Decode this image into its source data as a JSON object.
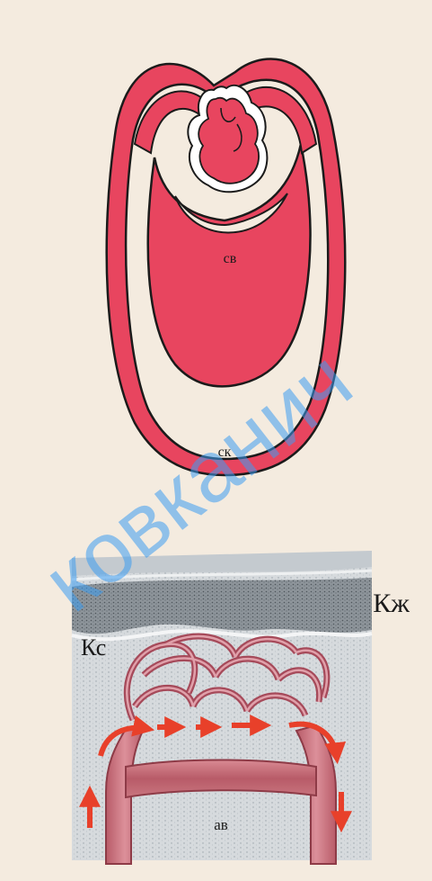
{
  "top_diagram": {
    "labels": {
      "upper_sac": "св",
      "outer_gap": "ск"
    }
  },
  "bottom_diagram": {
    "labels": {
      "right_layer": "Кж",
      "left_layer": "Кс",
      "bottom_vessel": "ав"
    }
  },
  "watermark": "ковканич",
  "colors": {
    "membrane": "#e8455f",
    "outline": "#1b1b1b",
    "background": "#f4ebdf",
    "tissue": "#d9dde0",
    "vessel": "#c9757f",
    "arrow": "#e8402a"
  }
}
